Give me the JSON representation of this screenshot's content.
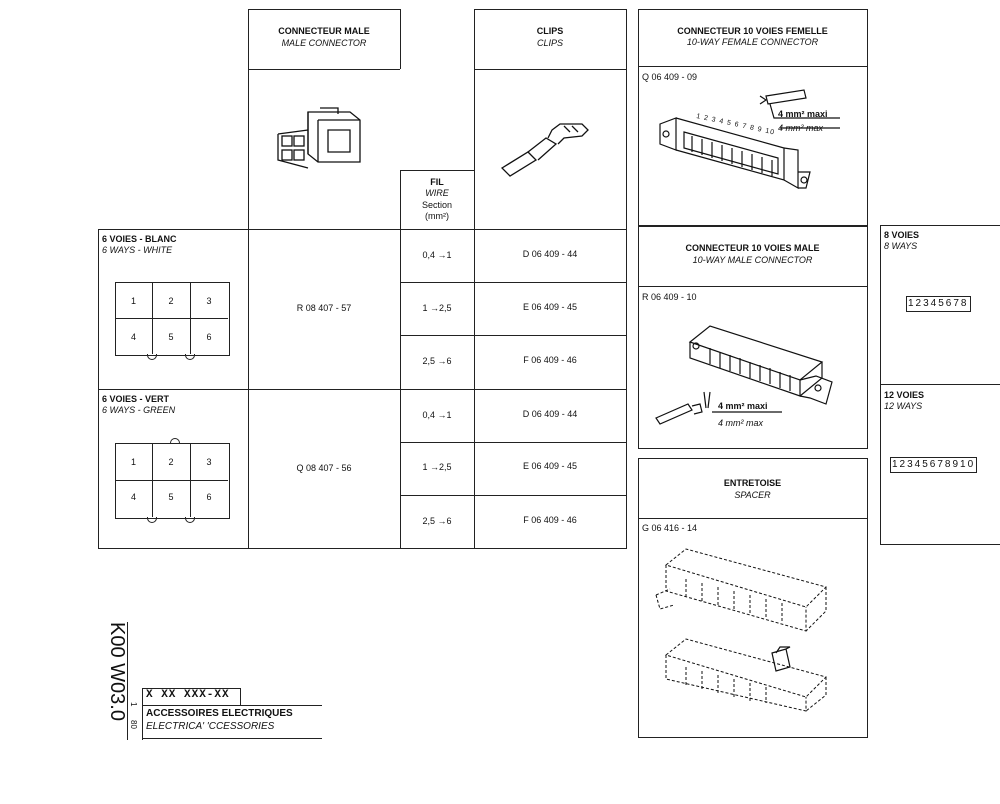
{
  "main_table": {
    "male_connector": {
      "title": "CONNECTEUR MALE",
      "subtitle": "MALE CONNECTOR"
    },
    "clips": {
      "title": "CLIPS",
      "subtitle": "CLIPS"
    },
    "wire": {
      "line1": "FIL",
      "line2": "WIRE",
      "line3": "Section",
      "line4": "(mm²)"
    },
    "groups": [
      {
        "label": "6 VOIES - BLANC",
        "sublabel": "6 WAYS - WHITE",
        "connector_ref": "R 08 407 - 57",
        "rows": [
          {
            "section": "0,4 →1",
            "clip": "D 06 409 - 44"
          },
          {
            "section": "1 →2,5",
            "clip": "E 06 409 - 45"
          },
          {
            "section": "2,5 →6",
            "clip": "F 06 409 - 46"
          }
        ],
        "pins": [
          "1",
          "2",
          "3",
          "4",
          "5",
          "6"
        ]
      },
      {
        "label": "6 VOIES - VERT",
        "sublabel": "6 WAYS - GREEN",
        "connector_ref": "Q 08 407 - 56",
        "rows": [
          {
            "section": "0,4 →1",
            "clip": "D 06 409 - 44"
          },
          {
            "section": "1 →2,5",
            "clip": "E 06 409 - 45"
          },
          {
            "section": "2,5 →6",
            "clip": "F 06 409 - 46"
          }
        ],
        "pins": [
          "1",
          "2",
          "3",
          "4",
          "5",
          "6"
        ]
      }
    ]
  },
  "right_panel": {
    "female10": {
      "title": "CONNECTEUR 10 VOIES FEMELLE",
      "subtitle": "10-WAY FEMALE CONNECTOR",
      "ref": "Q 06 409 - 09",
      "wire_label": "4 mm² maxi",
      "wire_label_en": "4 mm² max",
      "pin_numbers": "1 2 3 4 5 6 7 8 9 10"
    },
    "male10": {
      "title": "CONNECTEUR 10 VOIES MALE",
      "subtitle": "10-WAY MALE CONNECTOR",
      "ref": "R 06 409 - 10",
      "wire_label": "4 mm² maxi",
      "wire_label_en": "4 mm² max"
    },
    "spacer": {
      "title": "ENTRETOISE",
      "subtitle": "SPACER",
      "ref": "G 06 416 - 14"
    }
  },
  "far_right": {
    "eight": {
      "label": "8 VOIES",
      "sublabel": "8 WAYS",
      "digits": "12345678"
    },
    "twelve": {
      "label": "12 VOIES",
      "sublabel": "12 WAYS",
      "digits": "12345678910"
    }
  },
  "footer": {
    "doc_code": "K00 W03.0",
    "rev_a": "1",
    "rev_b": "80",
    "part_mask": "X XX XXX-XX",
    "title_fr": "ACCESSOIRES ELECTRIQUES",
    "title_en": "ELECTRICA' 'CCESSORIES"
  }
}
